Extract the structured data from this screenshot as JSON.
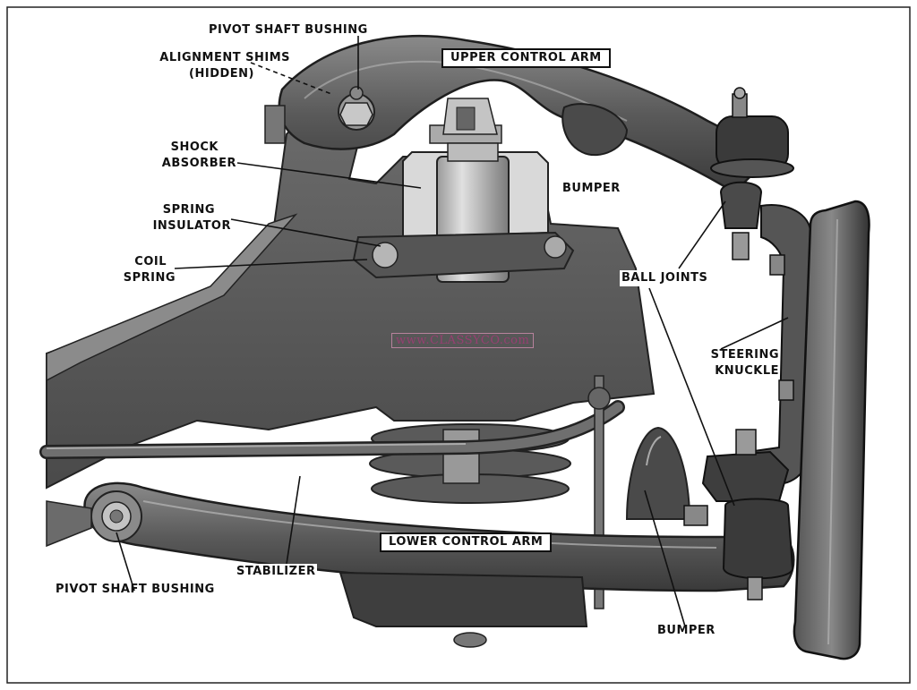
{
  "colors": {
    "metal_dark": "#3b3b3b",
    "metal_mid": "#6b6b6b",
    "metal_light": "#a8a8a8",
    "paper": "#ffffff",
    "ink": "#111111",
    "watermark": "#a23b76"
  },
  "labels": {
    "pivot_top": "PIVOT SHAFT BUSHING",
    "shims_1": "ALIGNMENT SHIMS",
    "shims_2": "(HIDDEN)",
    "upper_arm": "UPPER CONTROL ARM",
    "shock_1": "SHOCK",
    "shock_2": "ABSORBER",
    "bumper_top": "BUMPER",
    "spring_ins_1": "SPRING",
    "spring_ins_2": "INSULATOR",
    "coil_1": "COIL",
    "coil_2": "SPRING",
    "ball_joints": "BALL JOINTS",
    "steer_1": "STEERING",
    "steer_2": "KNUCKLE",
    "lower_arm": "LOWER CONTROL ARM",
    "stabilizer": "STABILIZER",
    "pivot_bottom": "PIVOT SHAFT BUSHING",
    "bumper_bottom": "BUMPER"
  },
  "watermark": "www.CLASSYCO.com"
}
